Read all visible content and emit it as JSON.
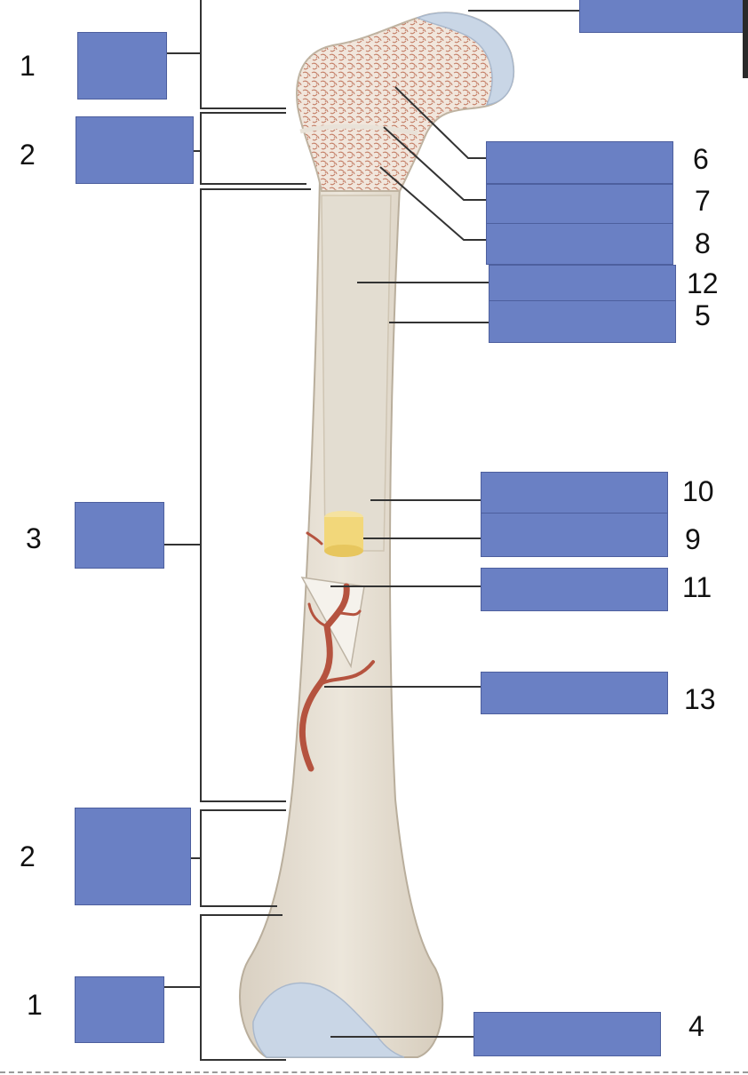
{
  "diagram": {
    "left_labels": [
      {
        "id": "l1-top",
        "number": "1"
      },
      {
        "id": "l2-top",
        "number": "2"
      },
      {
        "id": "l3-mid",
        "number": "3"
      },
      {
        "id": "l2-bottom",
        "number": "2"
      },
      {
        "id": "l1-bottom",
        "number": "1"
      }
    ],
    "right_labels": [
      {
        "id": "r6",
        "number": "6"
      },
      {
        "id": "r7",
        "number": "7"
      },
      {
        "id": "r8",
        "number": "8"
      },
      {
        "id": "r12",
        "number": "12"
      },
      {
        "id": "r5",
        "number": "5"
      },
      {
        "id": "r10",
        "number": "10"
      },
      {
        "id": "r9",
        "number": "9"
      },
      {
        "id": "r11",
        "number": "11"
      },
      {
        "id": "r13",
        "number": "13"
      },
      {
        "id": "r4",
        "number": "4"
      }
    ]
  },
  "colors": {
    "label_box": "#6a80c4",
    "bone": "#e6dfd2",
    "cartilage": "#c9d6e6",
    "spongy_bone": "#c27a62",
    "vessel": "#b5533f",
    "marrow_plug": "#f2d77a"
  }
}
